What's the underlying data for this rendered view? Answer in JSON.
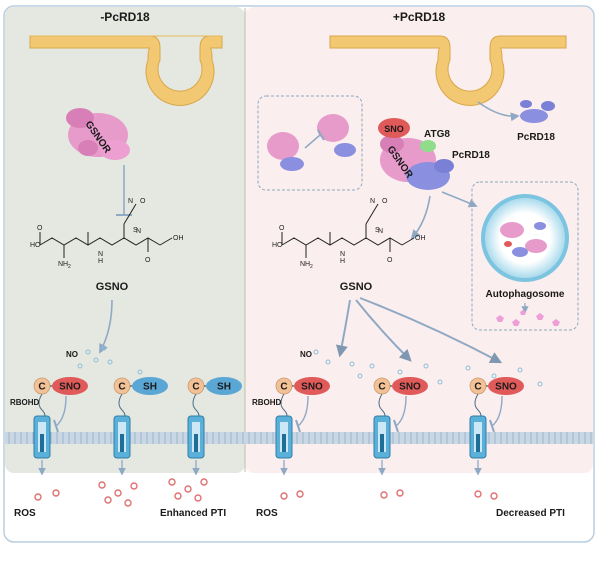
{
  "left_panel": {
    "title": "-PcRD18",
    "enzyme_label": "GSNOR",
    "molecule_label": "GSNO",
    "no_label": "NO",
    "rbohd_label": "RBOHD",
    "cys_label": "C",
    "sno_label": "SNO",
    "sh_label": "SH",
    "ros_label": "ROS",
    "outcome_label": "Enhanced PTI"
  },
  "right_panel": {
    "title": "+PcRD18",
    "sno_tag": "SNO",
    "enzyme_label": "GSNOR",
    "atg8_label": "ATG8",
    "complex_label": "PcRD18",
    "free_protein_label": "PcRD18",
    "molecule_label": "GSNO",
    "autophagosome_label": "Autophagosome",
    "no_label": "NO",
    "rbohd_label": "RBOHD",
    "cys_label": "C",
    "sno_label": "SNO",
    "ros_label": "ROS",
    "outcome_label": "Decreased PTI"
  },
  "molecule_atoms": {
    "ho": "HO",
    "o": "O",
    "nh2": "NH",
    "sub2": "2",
    "n": "N",
    "h": "H",
    "s": "S",
    "oh": "OH"
  },
  "colors": {
    "left_bg": "#e4e8e0",
    "right_bg": "#fbeeee",
    "membrane": "#a9bfd3",
    "sno_red": "#e05a5a",
    "sh_blue": "#5aa7d6",
    "cys_orange": "#f2c196",
    "channel": "#5ab0d8",
    "ros_dot": "#e07070",
    "gsnor_pink": "#e79bcb",
    "pcrd18_blue": "#8a8fe0"
  }
}
